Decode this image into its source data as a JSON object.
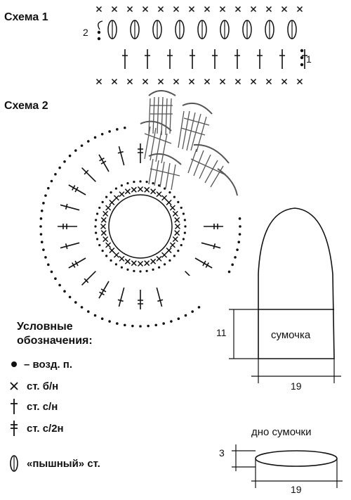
{
  "scheme1": {
    "title": "Схема 1",
    "row2_label": "2",
    "row1_label": "1"
  },
  "scheme2": {
    "title": "Схема 2"
  },
  "legend": {
    "title_line1": "Условные",
    "title_line2": "обозначения:",
    "items": [
      {
        "symbol": "chain-dot",
        "text": "– возд. п."
      },
      {
        "symbol": "cross",
        "text": "ст. б/н"
      },
      {
        "symbol": "dc",
        "text": "ст. с/н"
      },
      {
        "symbol": "tc",
        "text": "ст. с/2н"
      },
      {
        "symbol": "puff",
        "text": "«пышный» ст."
      }
    ]
  },
  "bag": {
    "label": "сумочка",
    "height_dim": "11",
    "width_dim": "19"
  },
  "bottom": {
    "label": "дно сумочки",
    "height_dim": "3",
    "width_dim": "19"
  }
}
